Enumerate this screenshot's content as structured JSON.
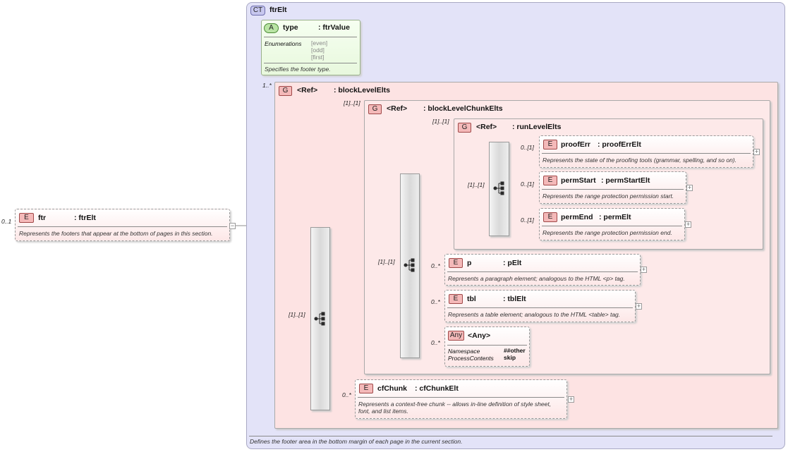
{
  "complex_type": {
    "badge": "CT",
    "name": "ftrElt",
    "description": "Defines the footer area in the bottom margin of each page in the current section."
  },
  "attribute": {
    "badge": "A",
    "name": "type",
    "type": ": ftrValue",
    "enum_label": "Enumerations",
    "enum_values": [
      "[even]",
      "[odd]",
      "[first]"
    ],
    "description": "Specifies the footer type."
  },
  "root_element": {
    "badge": "E",
    "cardinality": "0..1",
    "name": "ftr",
    "type": ": ftrElt",
    "description": "Represents the footers that appear at the bottom of pages in this section.",
    "collapse": "−"
  },
  "groups": {
    "block_level": {
      "badge": "G",
      "ref": "<Ref>",
      "type": ": blockLevelElts",
      "cardinality": "1..*"
    },
    "block_chunk": {
      "badge": "G",
      "ref": "<Ref>",
      "type": ": blockLevelChunkElts",
      "cardinality": "[1]..[1]"
    },
    "run_level": {
      "badge": "G",
      "ref": "<Ref>",
      "type": ": runLevelElts",
      "cardinality": "[1]..[1]"
    }
  },
  "sequences": {
    "outer": {
      "cardinality": "[1]..[1]"
    },
    "middle": {
      "cardinality": "[1]..[1]"
    },
    "inner": {
      "cardinality": "[1]..[1]"
    }
  },
  "elements": {
    "proofErr": {
      "badge": "E",
      "cardinality": "0..[1]",
      "name": "proofErr",
      "type": ": proofErrElt",
      "description": "Represents the state of the proofing tools (grammar, spelling, and so on).",
      "expand": "+"
    },
    "permStart": {
      "badge": "E",
      "cardinality": "0..[1]",
      "name": "permStart",
      "type": ": permStartElt",
      "description": "Represents the range protection permission start.",
      "expand": "+"
    },
    "permEnd": {
      "badge": "E",
      "cardinality": "0..[1]",
      "name": "permEnd",
      "type": ": permElt",
      "description": "Represents the range protection permission end.",
      "expand": "+"
    },
    "p": {
      "badge": "E",
      "cardinality": "0..*",
      "name": "p",
      "type": ": pElt",
      "description": "Represents a paragraph element; analogous to the HTML <p> tag.",
      "expand": "+"
    },
    "tbl": {
      "badge": "E",
      "cardinality": "0..*",
      "name": "tbl",
      "type": ": tblElt",
      "description": "Represents a table element; analogous to the HTML <table> tag.",
      "expand": "+"
    },
    "cfChunk": {
      "badge": "E",
      "cardinality": "0..*",
      "name": "cfChunk",
      "type": ": cfChunkElt",
      "description": "Represents a context-free chunk -- allows in-line definition of style sheet, font, and list items.",
      "expand": "+"
    }
  },
  "any": {
    "badge": "Any",
    "name": "<Any>",
    "cardinality": "0..*",
    "namespace_label": "Namespace",
    "namespace_value": "##other",
    "process_label": "ProcessContents",
    "process_value": "skip"
  }
}
